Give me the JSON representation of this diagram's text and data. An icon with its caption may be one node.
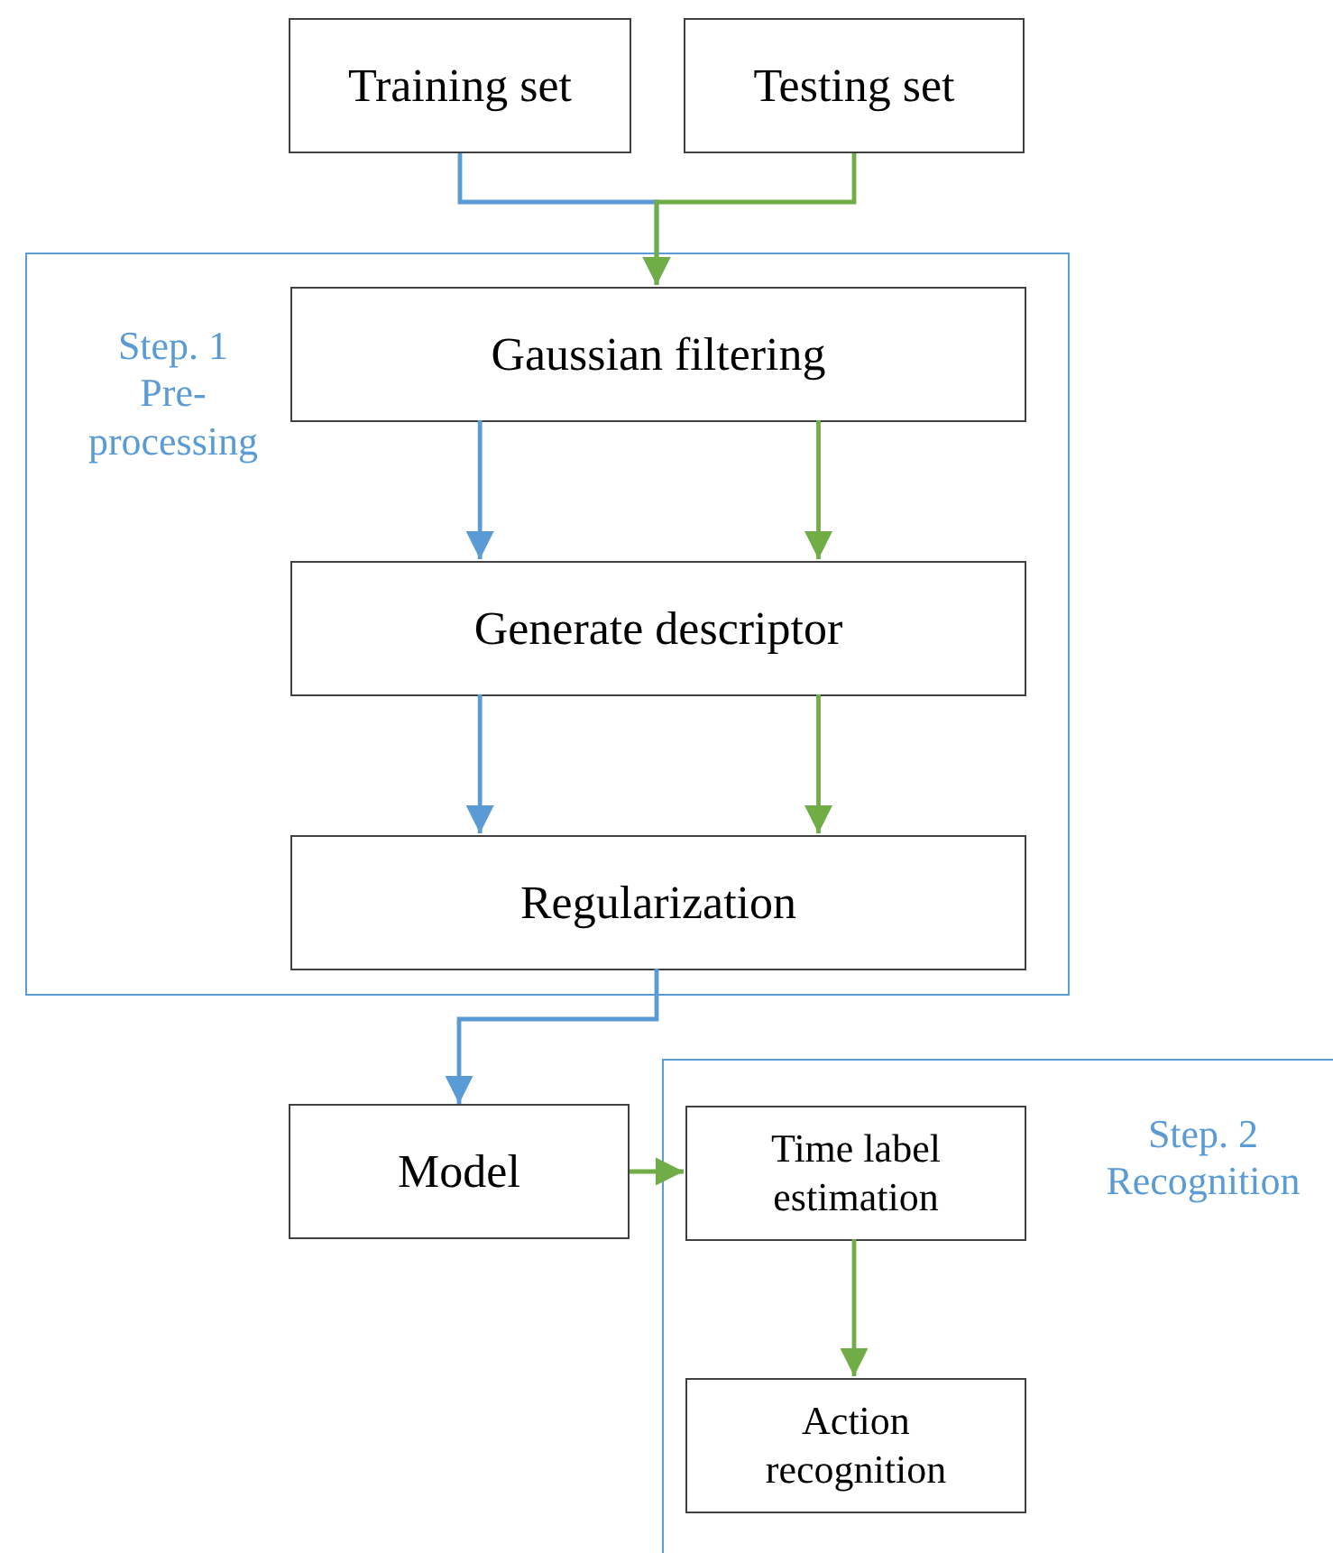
{
  "diagram": {
    "nodes": [
      {
        "text": [
          "Training set"
        ]
      },
      {
        "text": [
          "Testing set"
        ]
      },
      {
        "text": [
          "Step. 1 Pre-processing"
        ]
      },
      {
        "text": [
          "Gaussian filtering"
        ],
        "in": 2
      },
      {
        "text": [
          "Generate descriptor"
        ],
        "in": 2
      },
      {
        "text": [
          "Regularization"
        ],
        "in": 2
      },
      {
        "text": [
          "Model"
        ]
      },
      {
        "text": [
          "Step. 2 Recognition"
        ]
      },
      {
        "text": [
          "Time label estimation"
        ],
        "in": 7
      },
      {
        "text": [
          "Action recognition"
        ],
        "in": 7
      }
    ],
    "edges": [
      {
        "from": 0,
        "to": 3,
        "arrow": "to",
        "color": "#5b9bd5"
      },
      {
        "from": 1,
        "to": 3,
        "arrow": "to",
        "color": "#70ad47"
      },
      {
        "from": 3,
        "to": 4,
        "arrow": "to",
        "color": "#5b9bd5"
      },
      {
        "from": 3,
        "to": 4,
        "arrow": "to",
        "color": "#70ad47"
      },
      {
        "from": 4,
        "to": 5,
        "arrow": "to",
        "color": "#5b9bd5"
      },
      {
        "from": 4,
        "to": 5,
        "arrow": "to",
        "color": "#70ad47"
      },
      {
        "from": 5,
        "to": 6,
        "arrow": "to",
        "color": "#5b9bd5"
      },
      {
        "from": 6,
        "to": 8,
        "arrow": "to",
        "color": "#70ad47"
      },
      {
        "from": 8,
        "to": 9,
        "arrow": "to",
        "color": "#70ad47"
      }
    ]
  }
}
